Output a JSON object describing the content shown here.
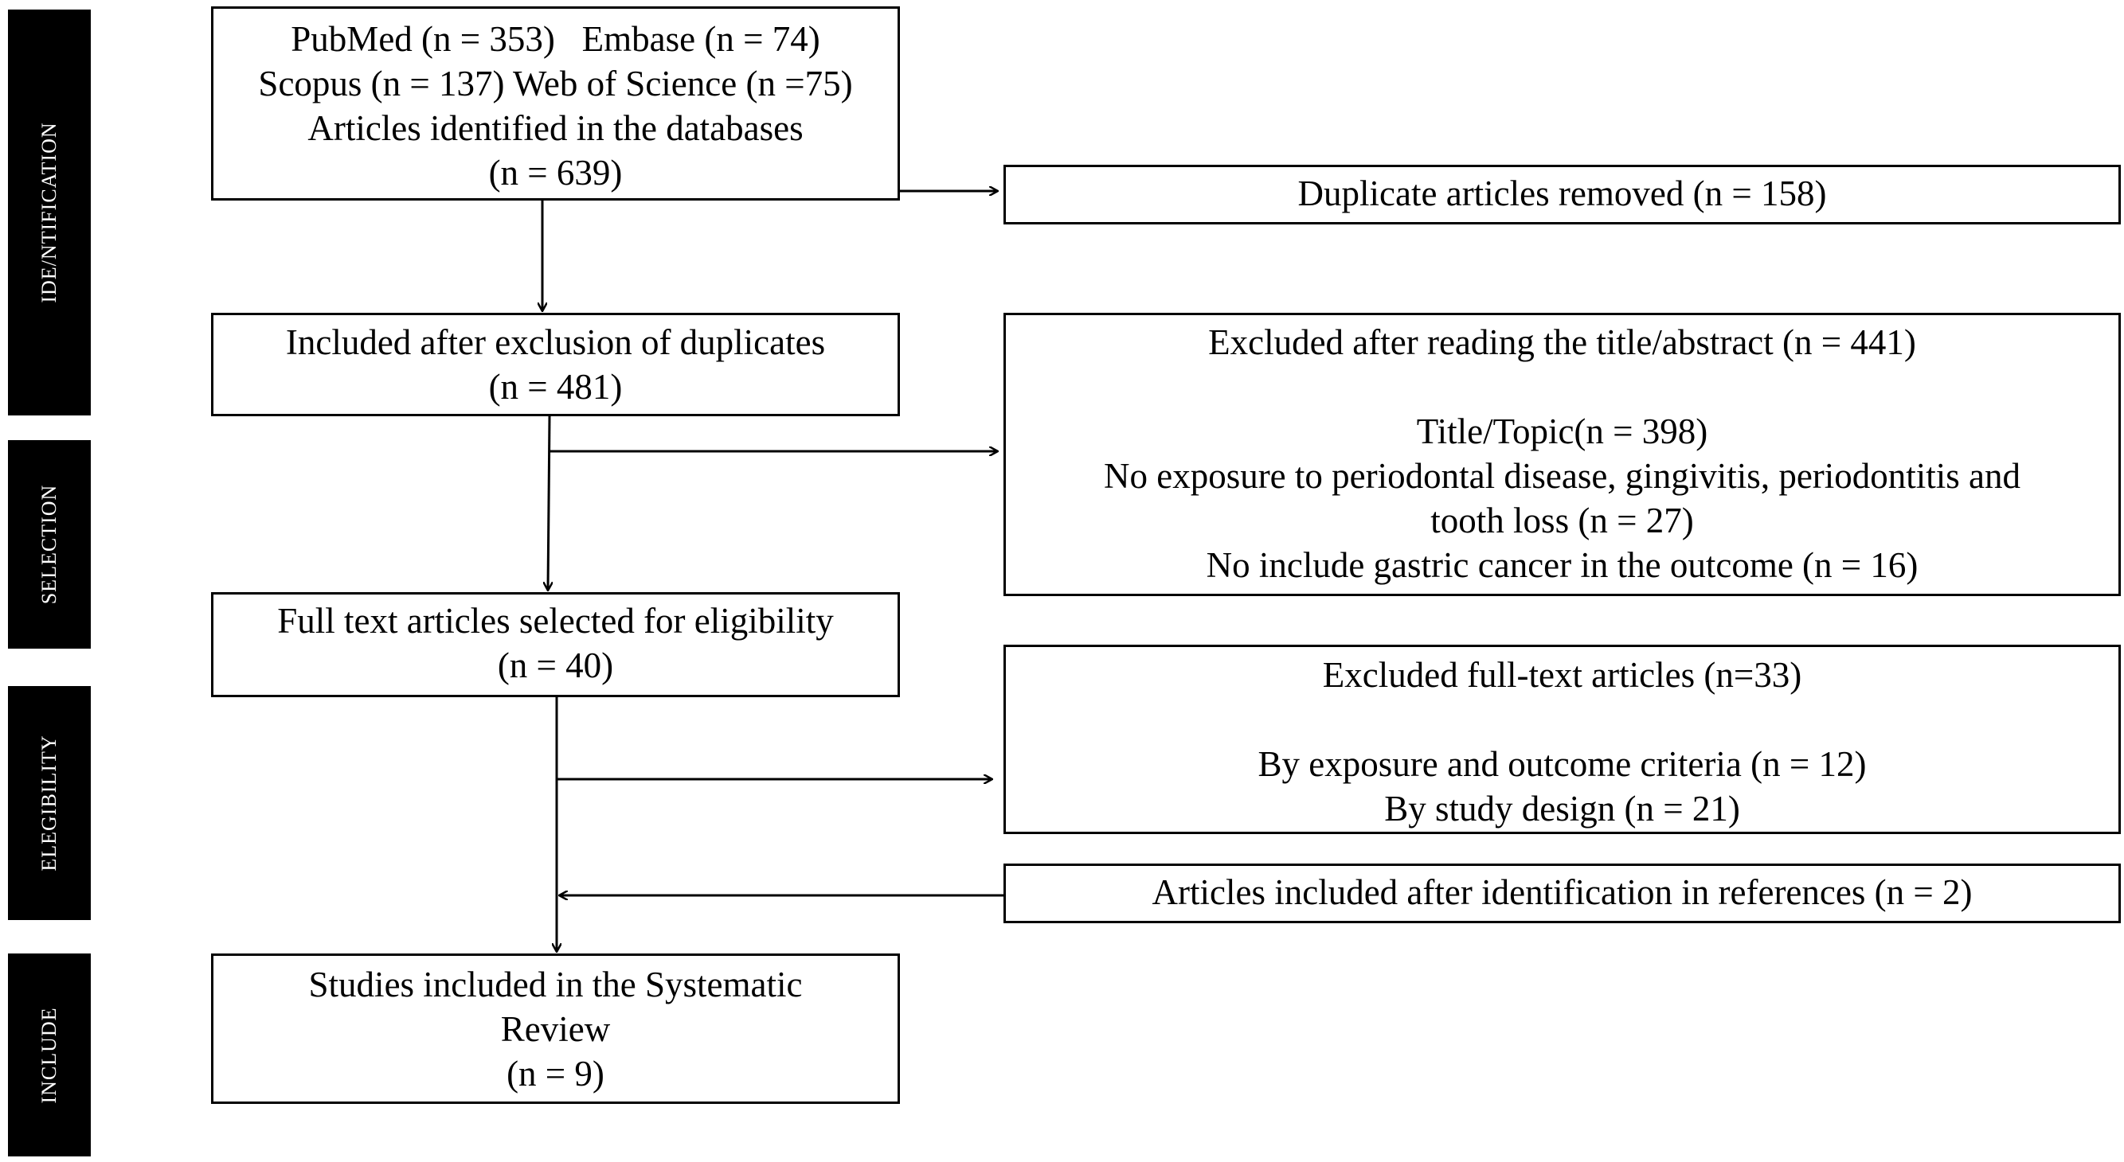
{
  "stages": {
    "identification": "IDE/NTIFICATION",
    "selection": "SELECTION",
    "eligibility": "ELEGIBILITY",
    "include": "INCLUDE"
  },
  "boxes": {
    "databases": {
      "line1": "PubMed (n = 353)   Embase (n = 74)",
      "line2": "Scopus (n = 137) Web of Science (n =75)",
      "line3": "Articles identified in the databases",
      "line4": "(n = 639)"
    },
    "duplicates_removed": {
      "line1": "Duplicate articles removed (n = 158)"
    },
    "after_duplicates": {
      "line1": "Included after exclusion of duplicates",
      "line2": "(n = 481)"
    },
    "excluded_title_abstract": {
      "line1": "Excluded after reading the title/abstract (n = 441)",
      "line2": "Title/Topic(n = 398)",
      "line3": "No exposure to periodontal disease, gingivitis, periodontitis and",
      "line4": "tooth loss (n = 27)",
      "line5": "No include gastric cancer in the outcome (n = 16)"
    },
    "full_text": {
      "line1": "Full text articles selected for eligibility",
      "line2": "(n = 40)"
    },
    "excluded_full_text": {
      "line1": "Excluded full-text articles (n=33)",
      "line2": "By exposure and outcome criteria (n = 12)",
      "line3": "By study design (n = 21)"
    },
    "references": {
      "line1": "Articles included after identification in references (n = 2)"
    },
    "included": {
      "line1": "Studies included in the Systematic",
      "line2": "Review",
      "line3": "(n = 9)"
    }
  }
}
